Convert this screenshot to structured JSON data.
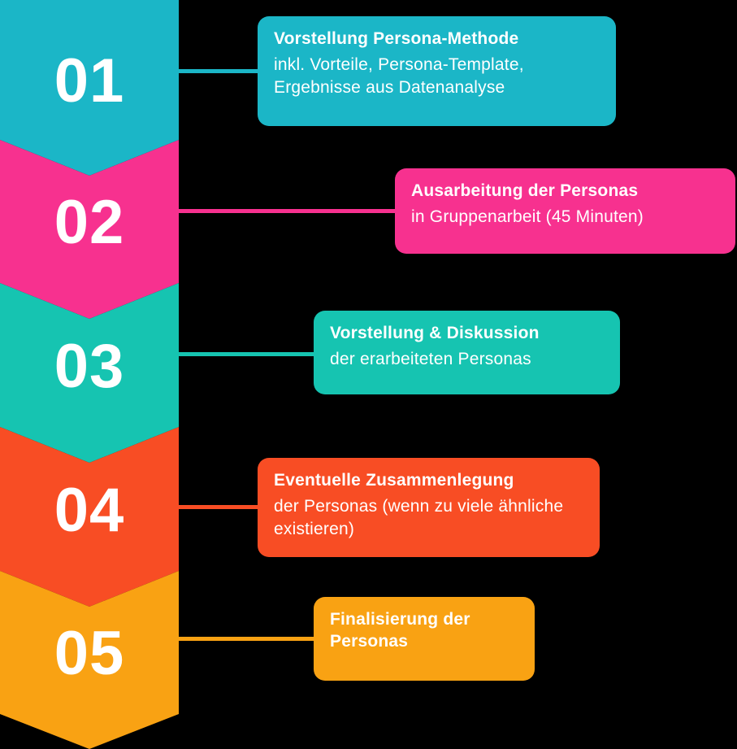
{
  "background_color": "#000000",
  "text_color": "#FFFFFF",
  "steps": [
    {
      "number": "01",
      "color": "#1BB6C7",
      "title": "Vorstellung Persona-Methode",
      "body": "inkl. Vorteile, Persona-Template, Ergebnisse aus Datenanalyse"
    },
    {
      "number": "02",
      "color": "#F7318F",
      "title": "Ausarbeitung der Personas",
      "body": "in Gruppenarbeit (45 Minuten)"
    },
    {
      "number": "03",
      "color": "#16C4B1",
      "title": "Vorstellung & Diskussion",
      "body": "der erarbeiteten Personas"
    },
    {
      "number": "04",
      "color": "#F84D24",
      "title": "Eventuelle Zusammenlegung",
      "body": "der Personas (wenn zu viele ähnliche existieren)"
    },
    {
      "number": "05",
      "color": "#F9A213",
      "title": "Finalisierung der Personas",
      "body": ""
    }
  ]
}
